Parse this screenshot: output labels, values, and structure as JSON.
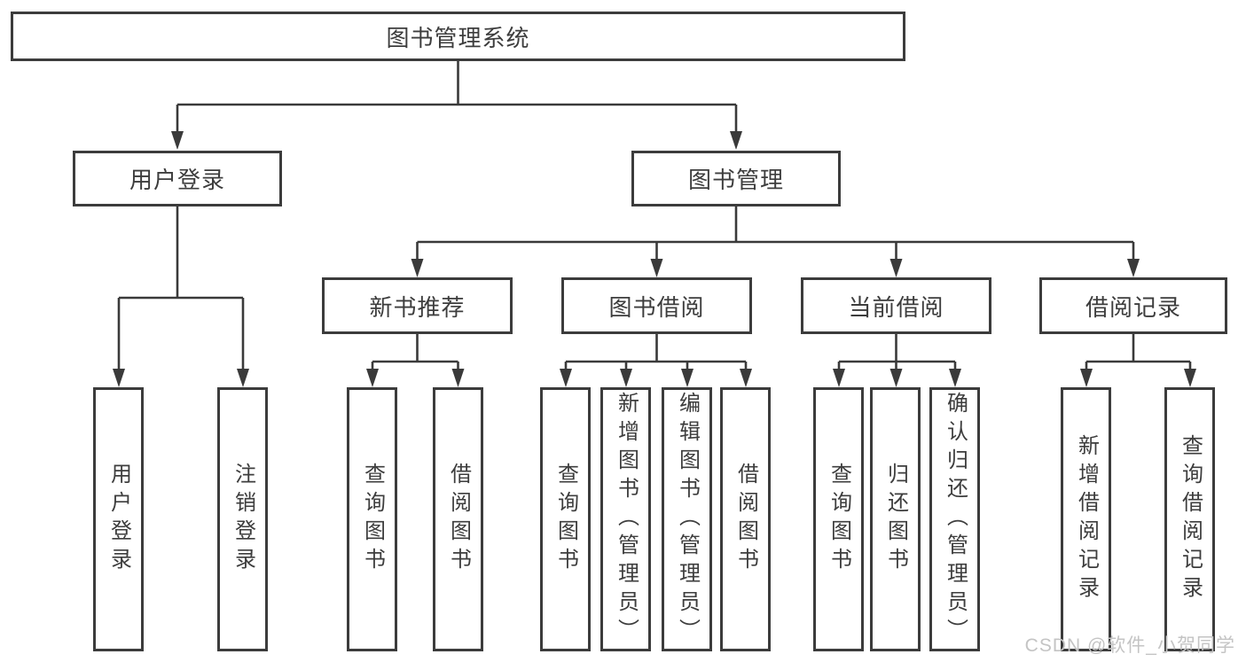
{
  "diagram": {
    "root": {
      "label": "图书管理系统"
    },
    "level2": [
      {
        "label": "用户登录",
        "children": [
          {
            "label": "用户登录"
          },
          {
            "label": "注销登录"
          }
        ]
      },
      {
        "label": "图书管理",
        "groups": [
          {
            "label": "新书推荐",
            "children": [
              {
                "label": "查询图书"
              },
              {
                "label": "借阅图书"
              }
            ]
          },
          {
            "label": "图书借阅",
            "children": [
              {
                "label": "查询图书"
              },
              {
                "label": "新增图书（管理员）"
              },
              {
                "label": "编辑图书（管理员）"
              },
              {
                "label": "借阅图书"
              }
            ]
          },
          {
            "label": "当前借阅",
            "children": [
              {
                "label": "查询图书"
              },
              {
                "label": "归还图书"
              },
              {
                "label": "确认归还（管理员）"
              }
            ]
          },
          {
            "label": "借阅记录",
            "children": [
              {
                "label": "新增借阅记录"
              },
              {
                "label": "查询借阅记录"
              }
            ]
          }
        ]
      }
    ]
  },
  "watermark": {
    "text": "CSDN @软件_小贺同学",
    "color": "#c4c4c4"
  },
  "colors": {
    "background": "#ffffff",
    "box_border": "#3c3c3c",
    "box_fill": "#ffffff",
    "text": "#3d3d3d",
    "connector": "#3a3a3a"
  }
}
